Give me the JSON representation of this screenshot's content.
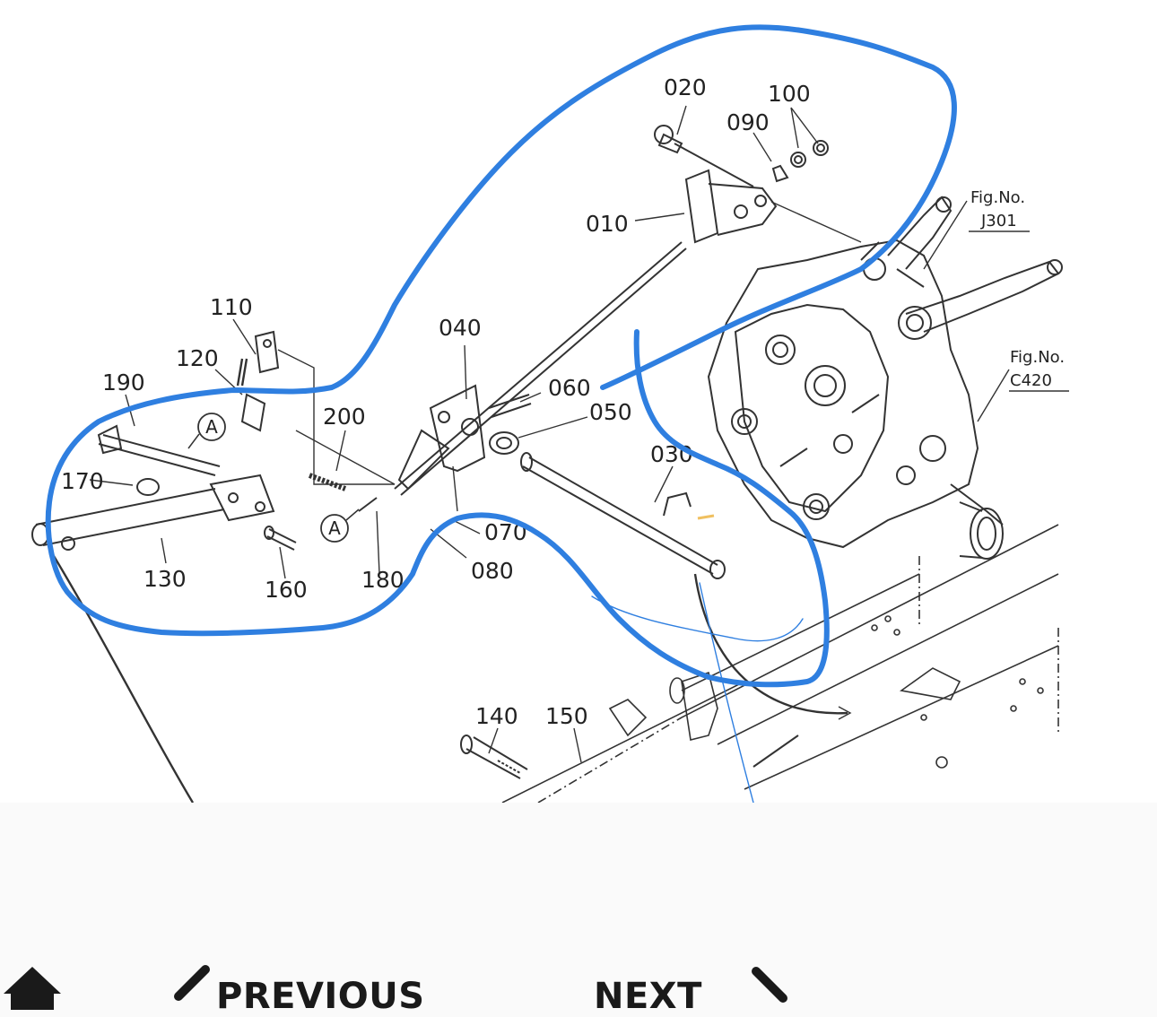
{
  "diagram": {
    "part_labels": [
      "020",
      "100",
      "090",
      "010",
      "110",
      "120",
      "190",
      "040",
      "060",
      "050",
      "200",
      "170",
      "030",
      "070",
      "130",
      "160",
      "180",
      "080",
      "140",
      "150"
    ],
    "callout_a": "A",
    "fig_refs": [
      {
        "prefix": "Fig.No.",
        "code": "J301"
      },
      {
        "prefix": "Fig.No.",
        "code": "C420"
      }
    ],
    "annotation_color": "#2f7fe0"
  },
  "nav": {
    "home_icon": "home-icon",
    "previous_label": "PREVIOUS",
    "previous_icon": "chevron-left-icon",
    "next_label": "NEXT",
    "next_icon": "chevron-right-icon"
  }
}
